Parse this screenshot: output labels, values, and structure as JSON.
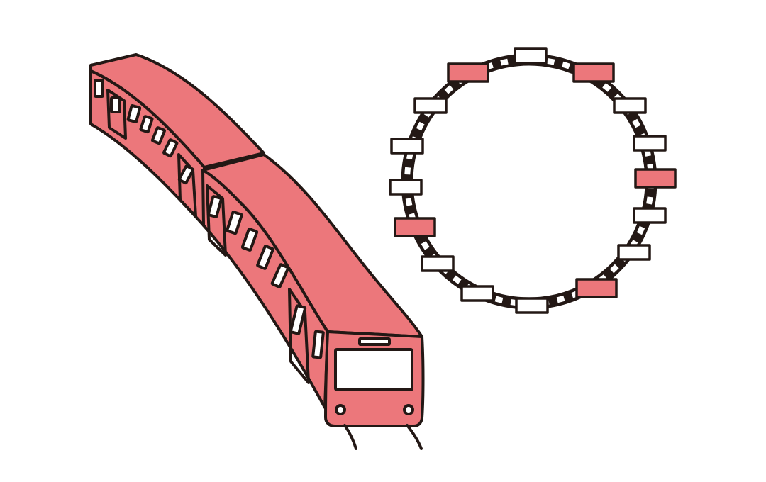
{
  "illustration": {
    "subject": "loop-line-train",
    "colors": {
      "train_body": "#ec777b",
      "outline": "#231815",
      "window": "#ffffff",
      "background": "#ffffff"
    },
    "train": {
      "cars_visible": 2,
      "front_headlights": 2
    },
    "loop_track": {
      "blocks_total": 16,
      "highlighted_blocks": 5,
      "plain_blocks": 11
    }
  }
}
